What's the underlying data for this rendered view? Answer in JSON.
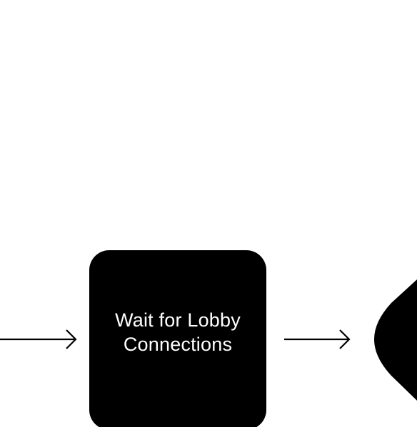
{
  "diagram": {
    "nodes": [
      {
        "id": "wait-for-lobby",
        "shape": "rounded-rectangle",
        "label": "Wait for Lobby\nConnections",
        "fill": "#000000",
        "text_color": "#ffffff"
      },
      {
        "id": "decision",
        "shape": "diamond",
        "label": "",
        "fill": "#000000"
      }
    ],
    "edges": [
      {
        "from": "start",
        "to": "wait-for-lobby",
        "style": "arrow"
      },
      {
        "from": "wait-for-lobby",
        "to": "decision",
        "style": "arrow"
      }
    ],
    "colors": {
      "background": "#ffffff",
      "stroke": "#000000"
    }
  }
}
